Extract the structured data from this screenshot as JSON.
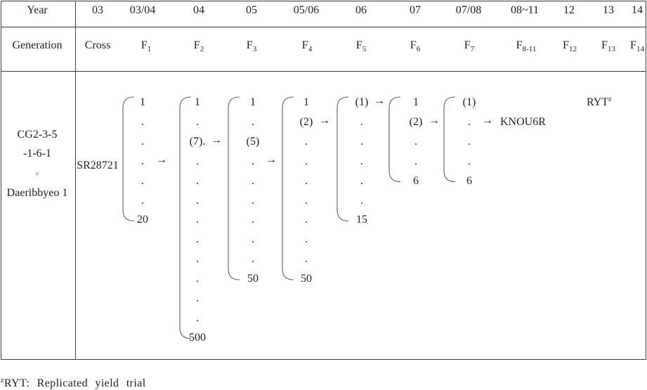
{
  "header": {
    "year_label": "Year",
    "generation_label": "Generation",
    "columns": [
      {
        "year": "03",
        "gen": "Cross"
      },
      {
        "year": "03/04",
        "gen": "F",
        "gen_sub": "1"
      },
      {
        "year": "04",
        "gen": "F",
        "gen_sub": "2"
      },
      {
        "year": "05",
        "gen": "F",
        "gen_sub": "3"
      },
      {
        "year": "05/06",
        "gen": "F",
        "gen_sub": "4"
      },
      {
        "year": "06",
        "gen": "F",
        "gen_sub": "5"
      },
      {
        "year": "07",
        "gen": "F",
        "gen_sub": "6"
      },
      {
        "year": "07/08",
        "gen": "F",
        "gen_sub": "7"
      },
      {
        "year": "08~11",
        "gen": "F",
        "gen_sub": "8-11"
      },
      {
        "year": "12",
        "gen": "F",
        "gen_sub": "12"
      },
      {
        "year": "13",
        "gen": "F",
        "gen_sub": "13"
      },
      {
        "year": "14",
        "gen": "F",
        "gen_sub": "14"
      }
    ]
  },
  "pedigree": {
    "cross": [
      "CG2-3-5",
      "-1-6-1",
      "×",
      "Daeribbyeo 1"
    ],
    "cross_line": "SR28721",
    "arrow": "→",
    "generations": [
      {
        "items": [
          "1",
          ".",
          ".",
          ".",
          ".",
          ".",
          "20"
        ],
        "arrow_at": 3
      },
      {
        "items": [
          "1",
          ".",
          "(7).",
          ".",
          ".",
          ".",
          ".",
          ".",
          ".",
          ".",
          ".",
          ".",
          "500"
        ],
        "arrow_at": 2
      },
      {
        "items": [
          "1",
          ".",
          "(5)",
          ".",
          ".",
          ".",
          ".",
          ".",
          ".",
          "50"
        ],
        "arrow_at": 3
      },
      {
        "items": [
          "1",
          "(2)",
          ".",
          ".",
          ".",
          ".",
          ".",
          ".",
          ".",
          "50"
        ],
        "arrow_at": 1
      },
      {
        "items": [
          "(1)",
          ".",
          ".",
          ".",
          ".",
          ".",
          "15"
        ],
        "arrow_at": 0
      },
      {
        "items": [
          "1",
          "(2)",
          ".",
          ".",
          "6"
        ],
        "arrow_at": 1
      },
      {
        "items": [
          "(1)",
          ".",
          ".",
          ".",
          "6"
        ],
        "arrow_at": 1,
        "result": "KNOU6R"
      }
    ],
    "ryt": {
      "label": "RYT",
      "mark": "z"
    }
  },
  "footnote": {
    "mark": "z",
    "text": "RYT: Replicated yield trial"
  }
}
